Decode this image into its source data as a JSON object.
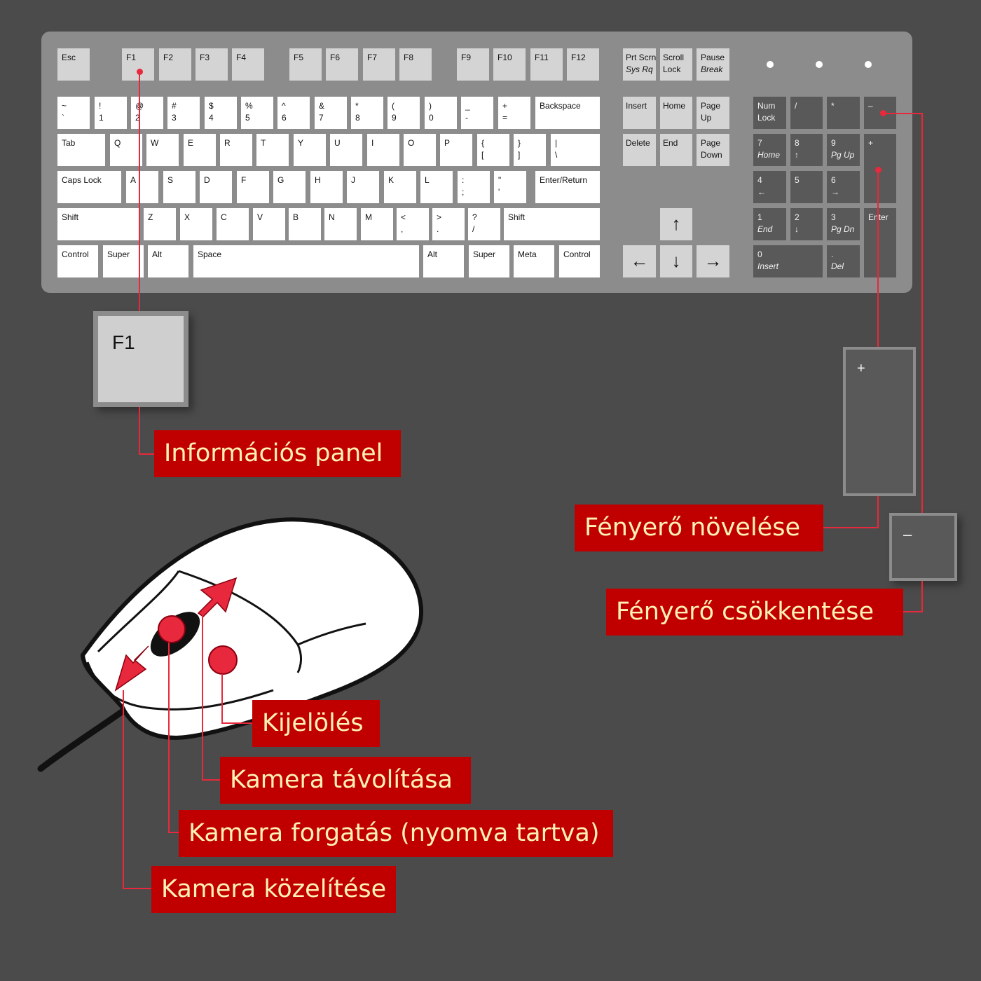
{
  "keyboard": {
    "fkeys": [
      "Esc",
      "F1",
      "F2",
      "F3",
      "F4",
      "F5",
      "F6",
      "F7",
      "F8",
      "F9",
      "F10",
      "F11",
      "F12"
    ],
    "system_keys": [
      {
        "top": "Prt Scrn",
        "bottom": "Sys Rq"
      },
      {
        "top": "Scroll",
        "bottom": "Lock"
      },
      {
        "top": "Pause",
        "bottom": "Break"
      }
    ],
    "row1": [
      {
        "top": "~",
        "bottom": "`"
      },
      {
        "top": "!",
        "bottom": "1"
      },
      {
        "top": "@",
        "bottom": "2"
      },
      {
        "top": "#",
        "bottom": "3"
      },
      {
        "top": "$",
        "bottom": "4"
      },
      {
        "top": "%",
        "bottom": "5"
      },
      {
        "top": "^",
        "bottom": "6"
      },
      {
        "top": "&",
        "bottom": "7"
      },
      {
        "top": "*",
        "bottom": "8"
      },
      {
        "top": "(",
        "bottom": "9"
      },
      {
        "top": ")",
        "bottom": "0"
      },
      {
        "top": "_",
        "bottom": "-"
      },
      {
        "top": "+",
        "bottom": "="
      },
      {
        "top": "Backspace",
        "bottom": ""
      }
    ],
    "row2": [
      {
        "top": "Tab",
        "bottom": ""
      },
      {
        "top": "Q",
        "bottom": ""
      },
      {
        "top": "W",
        "bottom": ""
      },
      {
        "top": "E",
        "bottom": ""
      },
      {
        "top": "R",
        "bottom": ""
      },
      {
        "top": "T",
        "bottom": ""
      },
      {
        "top": "Y",
        "bottom": ""
      },
      {
        "top": "U",
        "bottom": ""
      },
      {
        "top": "I",
        "bottom": ""
      },
      {
        "top": "O",
        "bottom": ""
      },
      {
        "top": "P",
        "bottom": ""
      },
      {
        "top": "{",
        "bottom": "["
      },
      {
        "top": "}",
        "bottom": "]"
      },
      {
        "top": "|",
        "bottom": "\\"
      }
    ],
    "row3": [
      {
        "top": "Caps Lock",
        "bottom": ""
      },
      {
        "top": "A",
        "bottom": ""
      },
      {
        "top": "S",
        "bottom": ""
      },
      {
        "top": "D",
        "bottom": ""
      },
      {
        "top": "F",
        "bottom": ""
      },
      {
        "top": "G",
        "bottom": ""
      },
      {
        "top": "H",
        "bottom": ""
      },
      {
        "top": "J",
        "bottom": ""
      },
      {
        "top": "K",
        "bottom": ""
      },
      {
        "top": "L",
        "bottom": ""
      },
      {
        "top": ":",
        "bottom": ";"
      },
      {
        "top": "\"",
        "bottom": "'"
      },
      {
        "top": "Enter/Return",
        "bottom": ""
      }
    ],
    "row4": [
      {
        "top": "Shift",
        "bottom": ""
      },
      {
        "top": "Z",
        "bottom": ""
      },
      {
        "top": "X",
        "bottom": ""
      },
      {
        "top": "C",
        "bottom": ""
      },
      {
        "top": "V",
        "bottom": ""
      },
      {
        "top": "B",
        "bottom": ""
      },
      {
        "top": "N",
        "bottom": ""
      },
      {
        "top": "M",
        "bottom": ""
      },
      {
        "top": "<",
        "bottom": ","
      },
      {
        "top": ">",
        "bottom": "."
      },
      {
        "top": "?",
        "bottom": "/"
      },
      {
        "top": "Shift",
        "bottom": ""
      }
    ],
    "row5": [
      "Control",
      "Super",
      "Alt",
      "Space",
      "Alt",
      "Super",
      "Meta",
      "Control"
    ],
    "nav": [
      "Insert",
      "Home",
      "Page Up",
      "Delete",
      "End",
      "Page Down"
    ],
    "arrows": [
      "↑",
      "←",
      "↓",
      "→"
    ],
    "numpad": [
      {
        "top": "Num",
        "bottom": "Lock"
      },
      {
        "top": "/",
        "bottom": ""
      },
      {
        "top": "*",
        "bottom": ""
      },
      {
        "top": "–",
        "bottom": ""
      },
      {
        "top": "7",
        "bottom": "Home"
      },
      {
        "top": "8",
        "bottom": "↑"
      },
      {
        "top": "9",
        "bottom": "Pg Up"
      },
      {
        "top": "+",
        "bottom": ""
      },
      {
        "top": "4",
        "bottom": "←"
      },
      {
        "top": "5",
        "bottom": ""
      },
      {
        "top": "6",
        "bottom": "→"
      },
      {
        "top": "1",
        "bottom": "End"
      },
      {
        "top": "2",
        "bottom": "↓"
      },
      {
        "top": "3",
        "bottom": "Pg Dn"
      },
      {
        "top": "Enter",
        "bottom": ""
      },
      {
        "top": "0",
        "bottom": "Insert"
      },
      {
        "top": ".",
        "bottom": "Del"
      }
    ]
  },
  "zoom": {
    "f1": "F1",
    "plus": "+",
    "minus": "–"
  },
  "labels": {
    "info_panel": "Információs panel",
    "brightness_up": "Fényerő növelése",
    "brightness_down": "Fényerő csökkentése",
    "select": "Kijelölés",
    "camera_away": "Kamera távolítása",
    "camera_rotate": "Kamera forgatás (nyomva tartva)",
    "camera_zoom_in": "Kamera közelítése"
  },
  "colors": {
    "background": "#4b4b4b",
    "keyboard": "#8c8c8c",
    "label_bg": "#c00000",
    "label_text": "#fff2b3",
    "accent_red": "#e8283c"
  }
}
